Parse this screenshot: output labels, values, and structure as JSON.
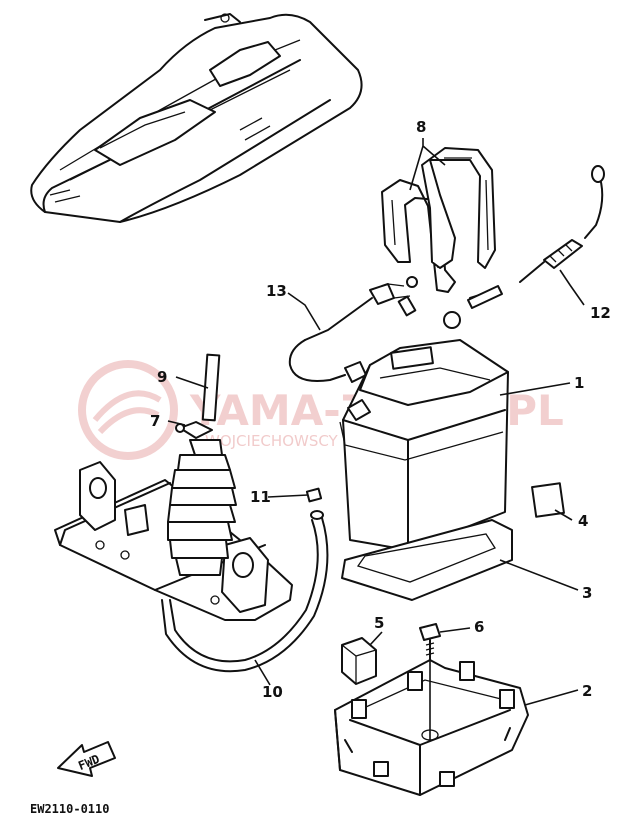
{
  "drawing_code": "EW2110-0110",
  "watermark": {
    "brand": "YAMA-ZIMER.PL",
    "subtitle": "WOJCIECHOWSCY DEALER YAMAHA",
    "color": "#e8a9a9"
  },
  "fwd_label": "FWD",
  "callouts": [
    {
      "id": "1",
      "label": "1"
    },
    {
      "id": "2",
      "label": "2"
    },
    {
      "id": "3",
      "label": "3"
    },
    {
      "id": "4",
      "label": "4"
    },
    {
      "id": "5",
      "label": "5"
    },
    {
      "id": "6",
      "label": "6"
    },
    {
      "id": "7",
      "label": "7"
    },
    {
      "id": "8",
      "label": "8"
    },
    {
      "id": "9",
      "label": "9"
    },
    {
      "id": "10",
      "label": "10"
    },
    {
      "id": "11",
      "label": "11"
    },
    {
      "id": "12",
      "label": "12"
    },
    {
      "id": "13",
      "label": "13"
    }
  ]
}
